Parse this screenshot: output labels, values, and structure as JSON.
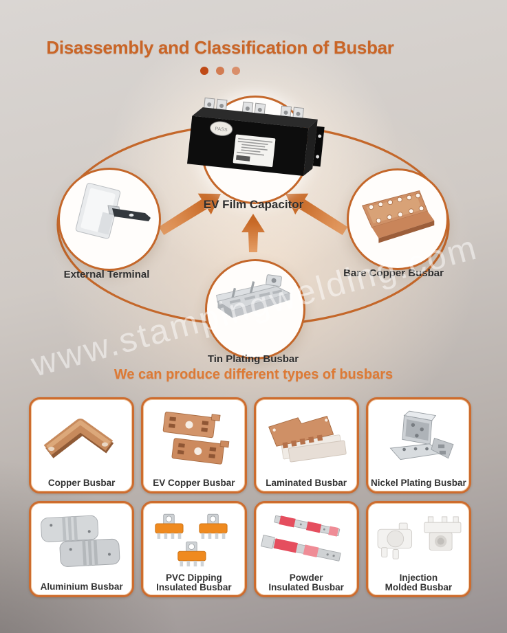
{
  "title": "Disassembly and Classification of Busbar",
  "subtitle": "We can produce different types of busbars",
  "watermark": "www.stampingwelding.com",
  "colors": {
    "accent": "#c96527",
    "ring_orange": "#c4672a",
    "arrow_light": "#e59e66",
    "arrow_dark": "#bf5a14",
    "label_dark": "#2e2e2e",
    "card_border": "#cd6c2e"
  },
  "diagram": {
    "center": {
      "label": "EV Film Capacitor",
      "sticker": "PASS"
    },
    "nodes": [
      {
        "id": "external-terminal",
        "label": "External Terminal"
      },
      {
        "id": "bare-copper-busbar",
        "label": "Bare Copper Busbar"
      },
      {
        "id": "tin-plating-busbar",
        "label": "Tin Plating Busbar"
      }
    ]
  },
  "products": [
    {
      "label": "Copper Busbar"
    },
    {
      "label": "EV Copper Busbar"
    },
    {
      "label": "Laminated Busbar"
    },
    {
      "label": "Nickel Plating Busbar"
    },
    {
      "label": "Aluminium Busbar"
    },
    {
      "label": "PVC Dipping\nInsulated Busbar"
    },
    {
      "label": "Powder\nInsulated Busbar"
    },
    {
      "label": "Injection\nMolded Busbar"
    }
  ]
}
